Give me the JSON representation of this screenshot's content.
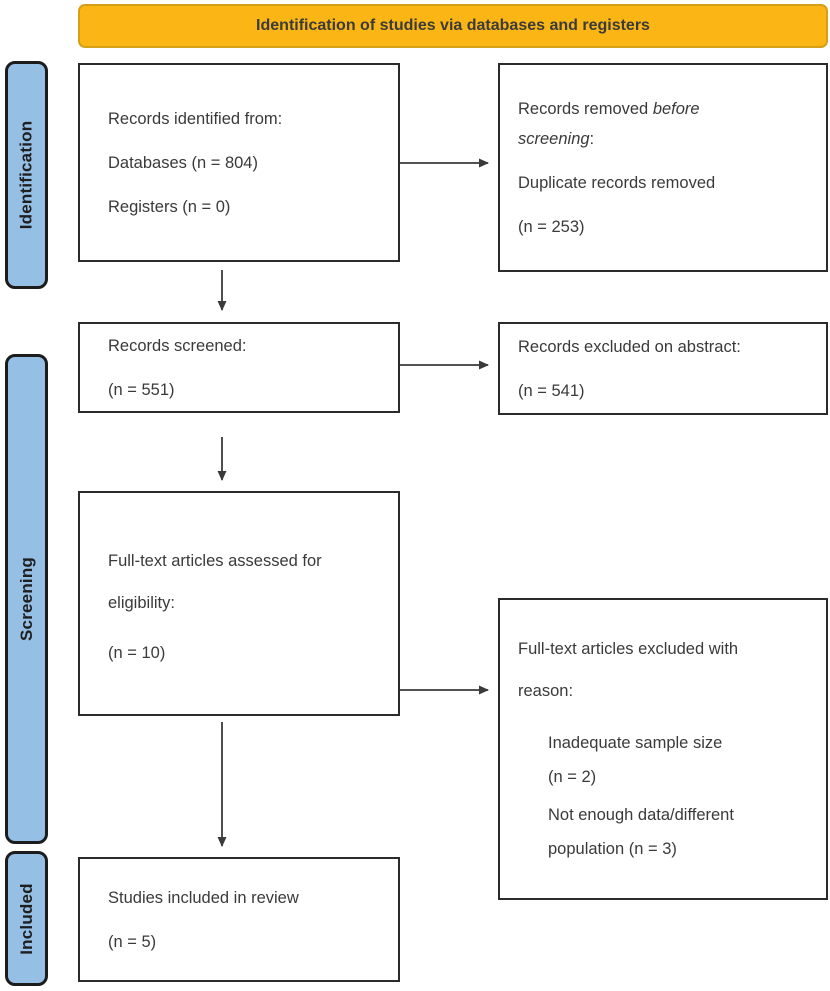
{
  "banner": {
    "title": "Identification of studies via databases and registers"
  },
  "stages": {
    "identification": "Identification",
    "screening": "Screening",
    "included": "Included"
  },
  "boxes": {
    "identified": {
      "line1": "Records identified from:",
      "line2": "Databases (n = 804)",
      "line3": "Registers (n = 0)"
    },
    "removed": {
      "intro_pre": "Records removed ",
      "intro_italic": "before\nscreening",
      "intro_post": ":",
      "line2": "Duplicate records removed",
      "line3": "(n = 253)"
    },
    "screened": {
      "line1": "Records screened:",
      "line2": "(n = 551)"
    },
    "excluded_abstract": {
      "line1": "Records excluded on abstract:",
      "line2": "(n = 541)"
    },
    "fulltext_assessed": {
      "line1": "Full-text articles assessed for\neligibility:",
      "line2": "(n = 10)"
    },
    "fulltext_excluded": {
      "line1": "Full-text articles excluded with\nreason:",
      "reason1": "Inadequate sample size\n(n = 2)",
      "reason2": "Not enough data/different\npopulation (n = 3)"
    },
    "included_review": {
      "line1": "Studies included in review",
      "line2": "(n = 5)"
    }
  },
  "colors": {
    "banner_fill": "#FBB615",
    "banner_border": "#D4A017",
    "stage_fill": "#95BFE5",
    "box_border": "#2B2B2B",
    "arrow": "#3A3A3A"
  }
}
